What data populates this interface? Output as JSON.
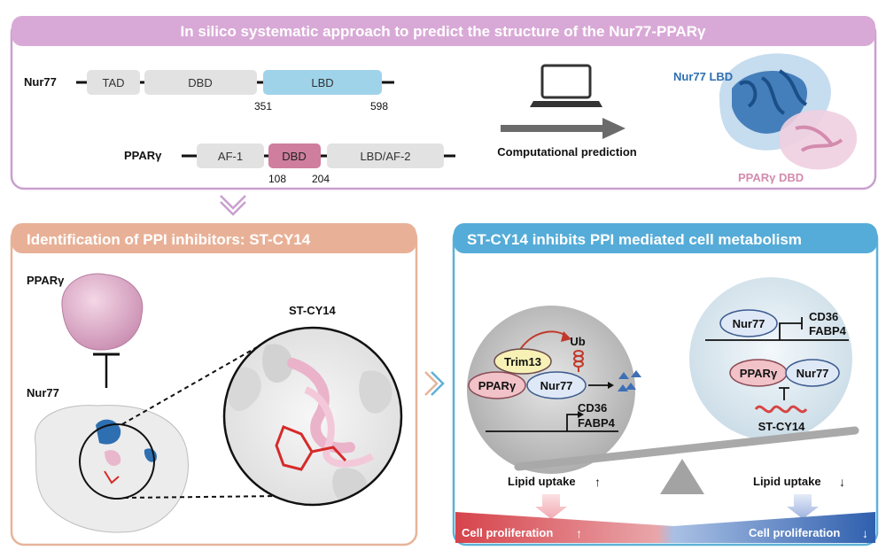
{
  "top_panel": {
    "title": "In silico systematic approach to predict the structure of the Nur77-PPARγ",
    "nur77": {
      "name": "Nur77",
      "domains": [
        "TAD",
        "DBD",
        "LBD"
      ],
      "positions": [
        "351",
        "598"
      ]
    },
    "ppar": {
      "name": "PPARγ",
      "domains": [
        "AF-1",
        "DBD",
        "LBD/AF-2"
      ],
      "positions": [
        "108",
        "204"
      ]
    },
    "arrow_label": "Computational prediction",
    "structure_labels": [
      "Nur77 LBD",
      "PPARγ DBD"
    ],
    "icons": [
      "laptop-icon",
      "arrow-right-icon"
    ]
  },
  "left_panel": {
    "title": "Identification of PPI inhibitors: ST-CY14",
    "ppar_label": "PPARγ",
    "nur77_label": "Nur77",
    "zoom_label": "ST-CY14",
    "icons": [
      "inhibition-bar-icon"
    ]
  },
  "right_panel": {
    "title": "ST-CY14 inhibits PPI mediated cell metabolism",
    "left_cell": {
      "ub": "Ub",
      "trim13": "Trim13",
      "ppar": "PPARγ",
      "nur77": "Nur77",
      "genes": [
        "CD36",
        "FABP4"
      ],
      "lipid": "Lipid uptake",
      "prolif": "Cell proliferation"
    },
    "right_cell": {
      "nur77_top": "Nur77",
      "genes": [
        "CD36",
        "FABP4"
      ],
      "ppar": "PPARγ",
      "nur77": "Nur77",
      "compound": "ST-CY14",
      "lipid": "Lipid uptake",
      "prolif": "Cell proliferation"
    },
    "arrows": {
      "up": "↑",
      "down": "↓"
    }
  },
  "colors": {
    "top_border": "#c9a0cf",
    "top_title_bg": "#d8a9d6",
    "left_border": "#e6b49a",
    "left_title_bg": "#e8b197",
    "right_border": "#5fb1d8",
    "right_title_bg": "#55acd8",
    "nur77_lbd": "#9fd3ea",
    "ppar_dbd": "#cf7e9d",
    "domain_grey": "#e2e2e2",
    "prolif_red": "#d9555a",
    "prolif_blue": "#3f6fb5"
  }
}
